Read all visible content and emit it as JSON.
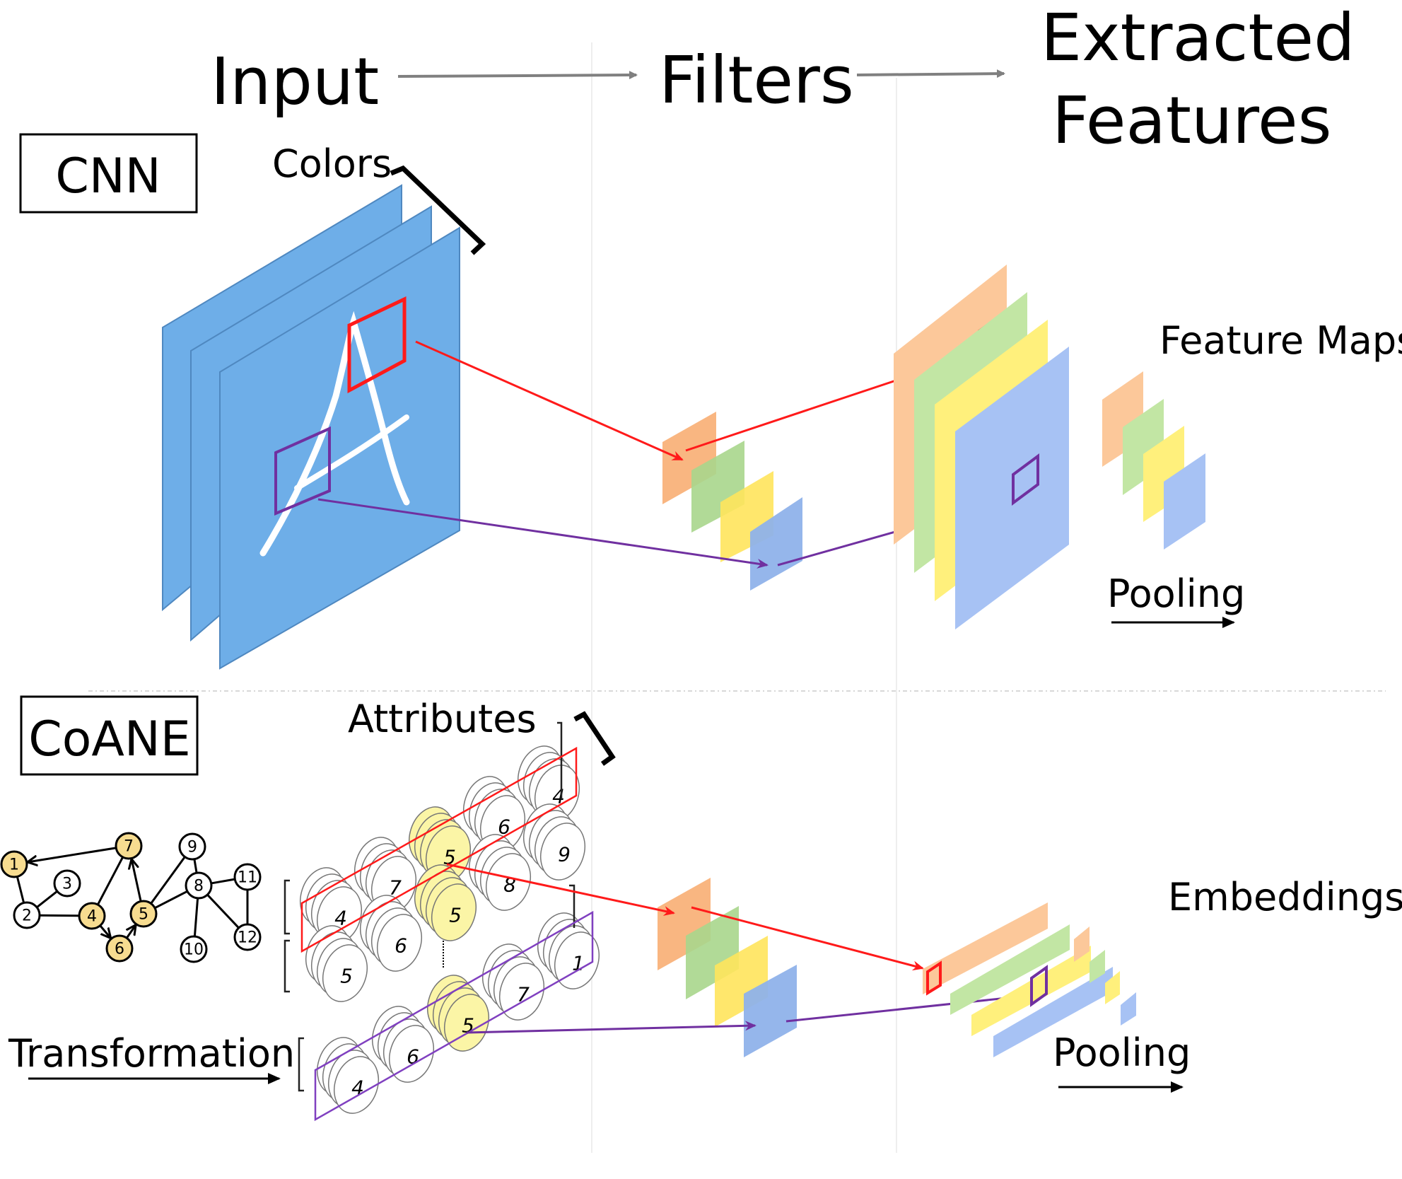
{
  "header": {
    "stages": [
      "Input",
      "Filters",
      "Extracted",
      "Features"
    ]
  },
  "cnn": {
    "label": "CNN",
    "input_label": "Colors",
    "input_glyph": "A",
    "feature_label": "Feature Maps",
    "pooling_label": "Pooling"
  },
  "coane": {
    "label": "CoANE",
    "input_label": "Attributes",
    "transformation_label": "Transformation",
    "feature_label": "Embeddings",
    "pooling_label": "Pooling",
    "graph": {
      "nodes": [
        {
          "id": "1",
          "highlighted": true
        },
        {
          "id": "2",
          "highlighted": false
        },
        {
          "id": "3",
          "highlighted": false
        },
        {
          "id": "4",
          "highlighted": true
        },
        {
          "id": "5",
          "highlighted": true
        },
        {
          "id": "6",
          "highlighted": true
        },
        {
          "id": "7",
          "highlighted": true
        },
        {
          "id": "8",
          "highlighted": false
        },
        {
          "id": "9",
          "highlighted": false
        },
        {
          "id": "10",
          "highlighted": false
        },
        {
          "id": "11",
          "highlighted": false
        },
        {
          "id": "12",
          "highlighted": false
        }
      ],
      "edges": [
        {
          "from": "7",
          "to": "1",
          "directed": true
        },
        {
          "from": "1",
          "to": "2",
          "directed": false
        },
        {
          "from": "2",
          "to": "3",
          "directed": false
        },
        {
          "from": "2",
          "to": "4",
          "directed": false
        },
        {
          "from": "4",
          "to": "7",
          "directed": false
        },
        {
          "from": "4",
          "to": "6",
          "directed": true
        },
        {
          "from": "6",
          "to": "5",
          "directed": true
        },
        {
          "from": "5",
          "to": "7",
          "directed": true
        },
        {
          "from": "5",
          "to": "9",
          "directed": false
        },
        {
          "from": "5",
          "to": "8",
          "directed": false
        },
        {
          "from": "9",
          "to": "8",
          "directed": false
        },
        {
          "from": "8",
          "to": "10",
          "directed": false
        },
        {
          "from": "8",
          "to": "11",
          "directed": false
        },
        {
          "from": "8",
          "to": "12",
          "directed": false
        },
        {
          "from": "11",
          "to": "12",
          "directed": false
        }
      ]
    },
    "sequences": [
      {
        "top": [
          "4",
          "7",
          "5",
          "6",
          "4"
        ],
        "bottom": [
          "5",
          "6",
          "5",
          "8",
          "9"
        ]
      },
      {
        "row": [
          "4",
          "6",
          "5",
          "7",
          "1"
        ]
      }
    ]
  },
  "colors": {
    "input_plane": "#6eaee8",
    "filter_orange": "#f9b27a",
    "filter_green": "#a9d68c",
    "filter_yellow": "#ffe45c",
    "filter_blue": "#8fb2ea",
    "map_orange": "#fcc89a",
    "map_green": "#c2e6a4",
    "map_yellow": "#fff07c",
    "map_blue": "#a7c2f4",
    "highlight_node": "#f7dc90",
    "highlight_disc": "#fbf5a6",
    "red_path": "#ff1a1a",
    "purple_path": "#7030a0"
  }
}
